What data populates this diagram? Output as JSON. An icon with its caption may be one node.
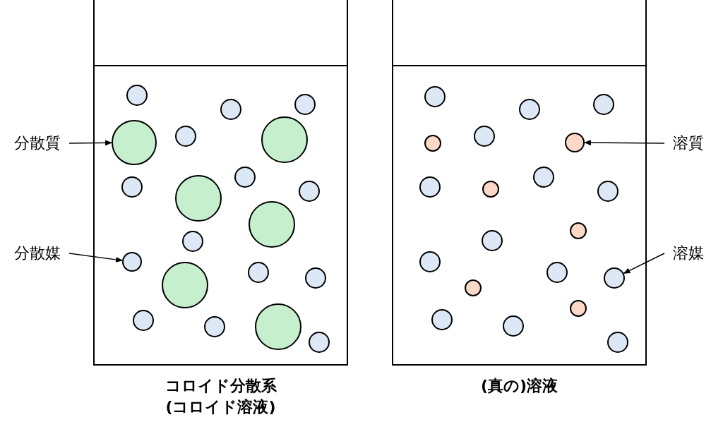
{
  "diagram": {
    "nodes": [
      {
        "text": [
          "コロイド分散系(コロイド溶液)"
        ]
      },
      {
        "text": [
          "分散質"
        ]
      },
      {
        "text": [],
        "shape": "circle",
        "in": 0
      },
      {
        "text": [
          "分散媒"
        ]
      },
      {
        "text": [],
        "shape": "circle",
        "in": 0
      },
      {
        "text": [
          "(真の)溶液"
        ]
      },
      {
        "text": [
          "溶質"
        ]
      },
      {
        "text": [],
        "shape": "circle",
        "in": 5
      },
      {
        "text": [
          "溶媒"
        ]
      },
      {
        "text": [],
        "shape": "circle",
        "in": 5
      }
    ],
    "edges": [
      {
        "from": 1,
        "to": 2,
        "arrow": "to"
      },
      {
        "from": 3,
        "to": 4,
        "arrow": "to"
      },
      {
        "from": 6,
        "to": 7,
        "arrow": "to"
      },
      {
        "from": 8,
        "to": 9,
        "arrow": "to"
      }
    ]
  }
}
